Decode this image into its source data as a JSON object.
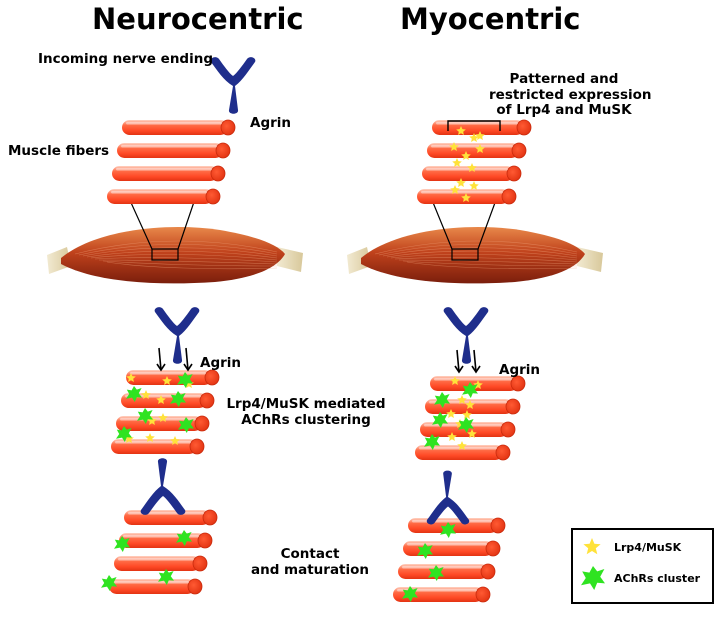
{
  "titles": {
    "left": "Neurocentric",
    "right": "Myocentric"
  },
  "labels": {
    "incoming_nerve": "Incoming nerve ending",
    "agrin": "Agrin",
    "muscle_fibers": "Muscle fibers",
    "patterned_line1": "Patterned and",
    "patterned_line2": "restricted expression",
    "patterned_line3": "of Lrp4 and MuSK",
    "clustering_line1": "Lrp4/MuSK mediated",
    "clustering_line2": "AChRs clustering",
    "contact_line1": "Contact",
    "contact_line2": "and maturation"
  },
  "legend": {
    "lrp4": "Lrp4/MuSK",
    "achr": "AChRs cluster"
  },
  "colors": {
    "fiber": "#ff4a26",
    "fiber_end": "#ff3b1a",
    "agrin": "#1f2e8c",
    "lrp4_star": "#ffe23a",
    "achr_cluster": "#2fe321",
    "muscle": "#b8391a"
  }
}
